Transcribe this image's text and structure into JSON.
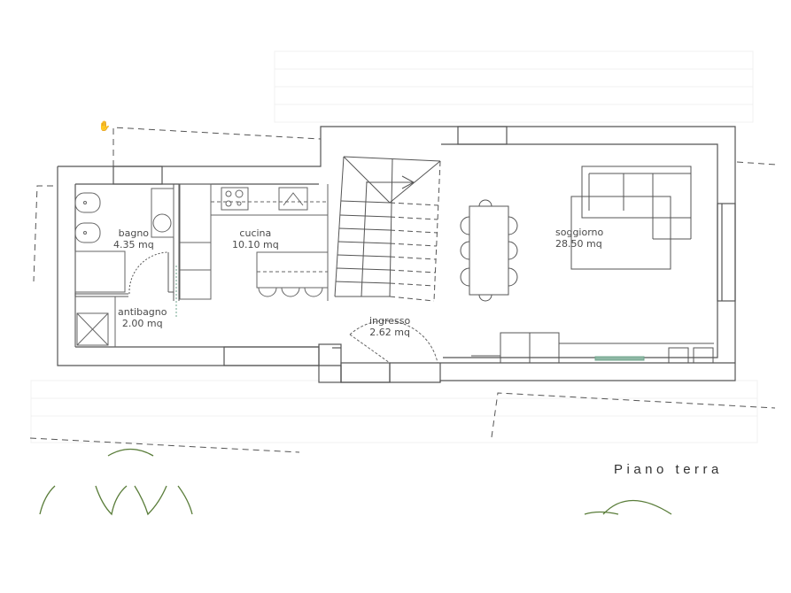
{
  "plan": {
    "title": "Piano terra",
    "rooms": [
      {
        "name": "bagno",
        "area": "4.35 mq"
      },
      {
        "name": "antibagno",
        "area": "2.00 mq"
      },
      {
        "name": "cucina",
        "area": "10.10 mq"
      },
      {
        "name": "ingresso",
        "area": "2.62 mq"
      },
      {
        "name": "soggiorno",
        "area": "28.50 mq"
      }
    ],
    "colors": {
      "wall": "#555555",
      "fixture": "#777777",
      "vegetation": "#5a7d3a",
      "accent": "#6fa58c"
    }
  },
  "cursor": {
    "icon": "hand-cursor-icon",
    "glyph": "✋"
  }
}
